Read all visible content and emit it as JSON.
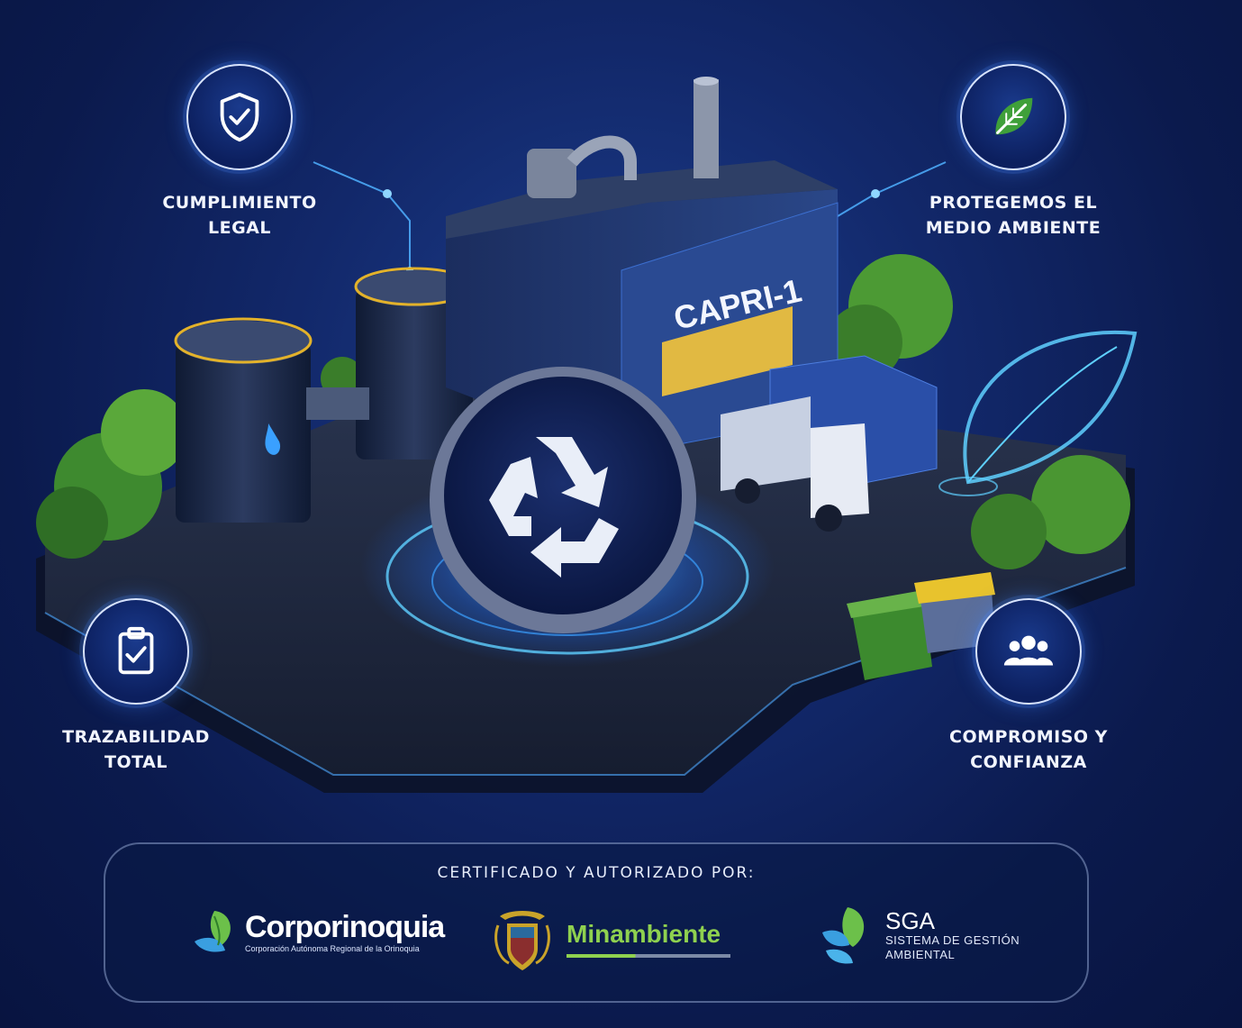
{
  "features": {
    "legal": {
      "label": "CUMPLIMIENTO\nLEGAL",
      "icon": "shield-check-icon"
    },
    "environment": {
      "label": "PROTEGEMOS EL\nMEDIO AMBIENTE",
      "icon": "leaf-icon"
    },
    "traceability": {
      "label": "TRAZABILIDAD\nTOTAL",
      "icon": "clipboard-check-icon"
    },
    "commitment": {
      "label": "COMPROMISO Y\nCONFIANZA",
      "icon": "people-group-icon"
    }
  },
  "scene": {
    "building_sign": "CAPRI-1",
    "center_icon": "recycle-icon"
  },
  "certification": {
    "title": "CERTIFICADO Y AUTORIZADO POR:",
    "corporinoquia": {
      "name": "Corporinoquia",
      "subtitle": "Corporación Autónoma Regional de la Orinoquia"
    },
    "minambiente": {
      "name": "Minambiente"
    },
    "sga": {
      "name": "SGA",
      "subtitle": "SISTEMA DE GESTIÓN\nAMBIENTAL"
    }
  },
  "colors": {
    "background": "#0b1a4d",
    "accent_blue": "#3aa0ff",
    "glow_cyan": "#5fd0ff",
    "leaf_green": "#8fd14f"
  }
}
